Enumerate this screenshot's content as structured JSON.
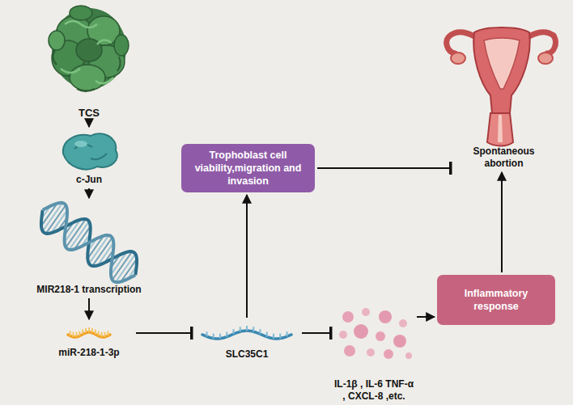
{
  "diagram": {
    "nodes": [
      {
        "text": [
          "TCS"
        ]
      },
      {
        "text": [
          "c-Jun"
        ]
      },
      {
        "text": [
          "MIR218-1 transcription"
        ]
      },
      {
        "text": [
          "miR-218-1-3p"
        ]
      },
      {
        "text": [
          "SLC35C1"
        ]
      },
      {
        "text": [
          "Trophoblast cell viability,migration and invasion"
        ]
      },
      {
        "text": [
          "IL-1β , IL-6 TNF-α , CXCL-8 ,etc."
        ]
      },
      {
        "text": [
          "Inflammatory response"
        ]
      },
      {
        "text": [
          "Spontaneous abortion"
        ]
      }
    ],
    "edges": [
      {
        "from": 0,
        "to": 1,
        "arrow": "to"
      },
      {
        "from": 1,
        "to": 2,
        "arrow": "to"
      },
      {
        "from": 2,
        "to": 3,
        "arrow": "to"
      },
      {
        "from": 3,
        "to": 4,
        "arrow": "to"
      },
      {
        "from": 4,
        "to": 5,
        "arrow": "to"
      },
      {
        "from": 5,
        "to": 8,
        "arrow": "to"
      },
      {
        "from": 4,
        "to": 6,
        "arrow": "to"
      },
      {
        "from": 6,
        "to": 7,
        "arrow": "to"
      },
      {
        "from": 7,
        "to": 8,
        "arrow": "to"
      }
    ]
  }
}
